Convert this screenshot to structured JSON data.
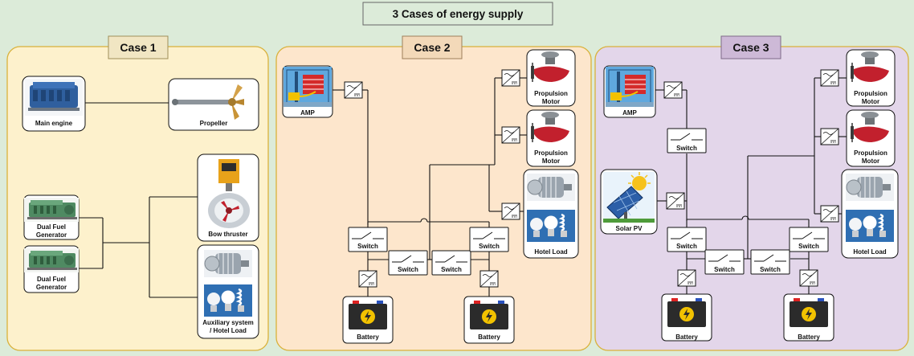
{
  "title": "3 Cases of energy supply",
  "colors": {
    "background": "#dcebd9",
    "case1_panel": "#fdf1cc",
    "case2_panel": "#fde6cc",
    "case3_panel": "#e3d6ea",
    "case_label_1": "#f1e6c3",
    "case_label_2": "#f3d9b9",
    "case_label_3": "#cdb9d7",
    "panel_border": "#d9b13a"
  },
  "case1": {
    "label": "Case 1",
    "main_engine": "Main engine",
    "propeller": "Propeller",
    "gen1": [
      "Dual Fuel",
      "Generator"
    ],
    "gen2": [
      "Dual Fuel",
      "Generator"
    ],
    "bow_thruster": "Bow thruster",
    "aux": [
      "Auxiliary system",
      "/ Hotel Load"
    ]
  },
  "case2": {
    "label": "Case 2",
    "amp": "AMP",
    "motor1": [
      "Propulsion",
      "Motor"
    ],
    "motor2": [
      "Propulsion",
      "Motor"
    ],
    "hotel_load": "Hotel Load",
    "switches": [
      "Switch",
      "Switch",
      "Switch",
      "Switch"
    ],
    "battery1": "Battery",
    "battery2": "Battery"
  },
  "case3": {
    "label": "Case 3",
    "amp": "AMP",
    "switch_top": "Switch",
    "solar_pv": "Solar PV",
    "motor1": [
      "Propulsion",
      "Motor"
    ],
    "motor2": [
      "Propulsion",
      "Motor"
    ],
    "hotel_load": "Hotel Load",
    "switches": [
      "Switch",
      "Switch",
      "Switch",
      "Switch"
    ],
    "battery1": "Battery",
    "battery2": "Battery"
  }
}
